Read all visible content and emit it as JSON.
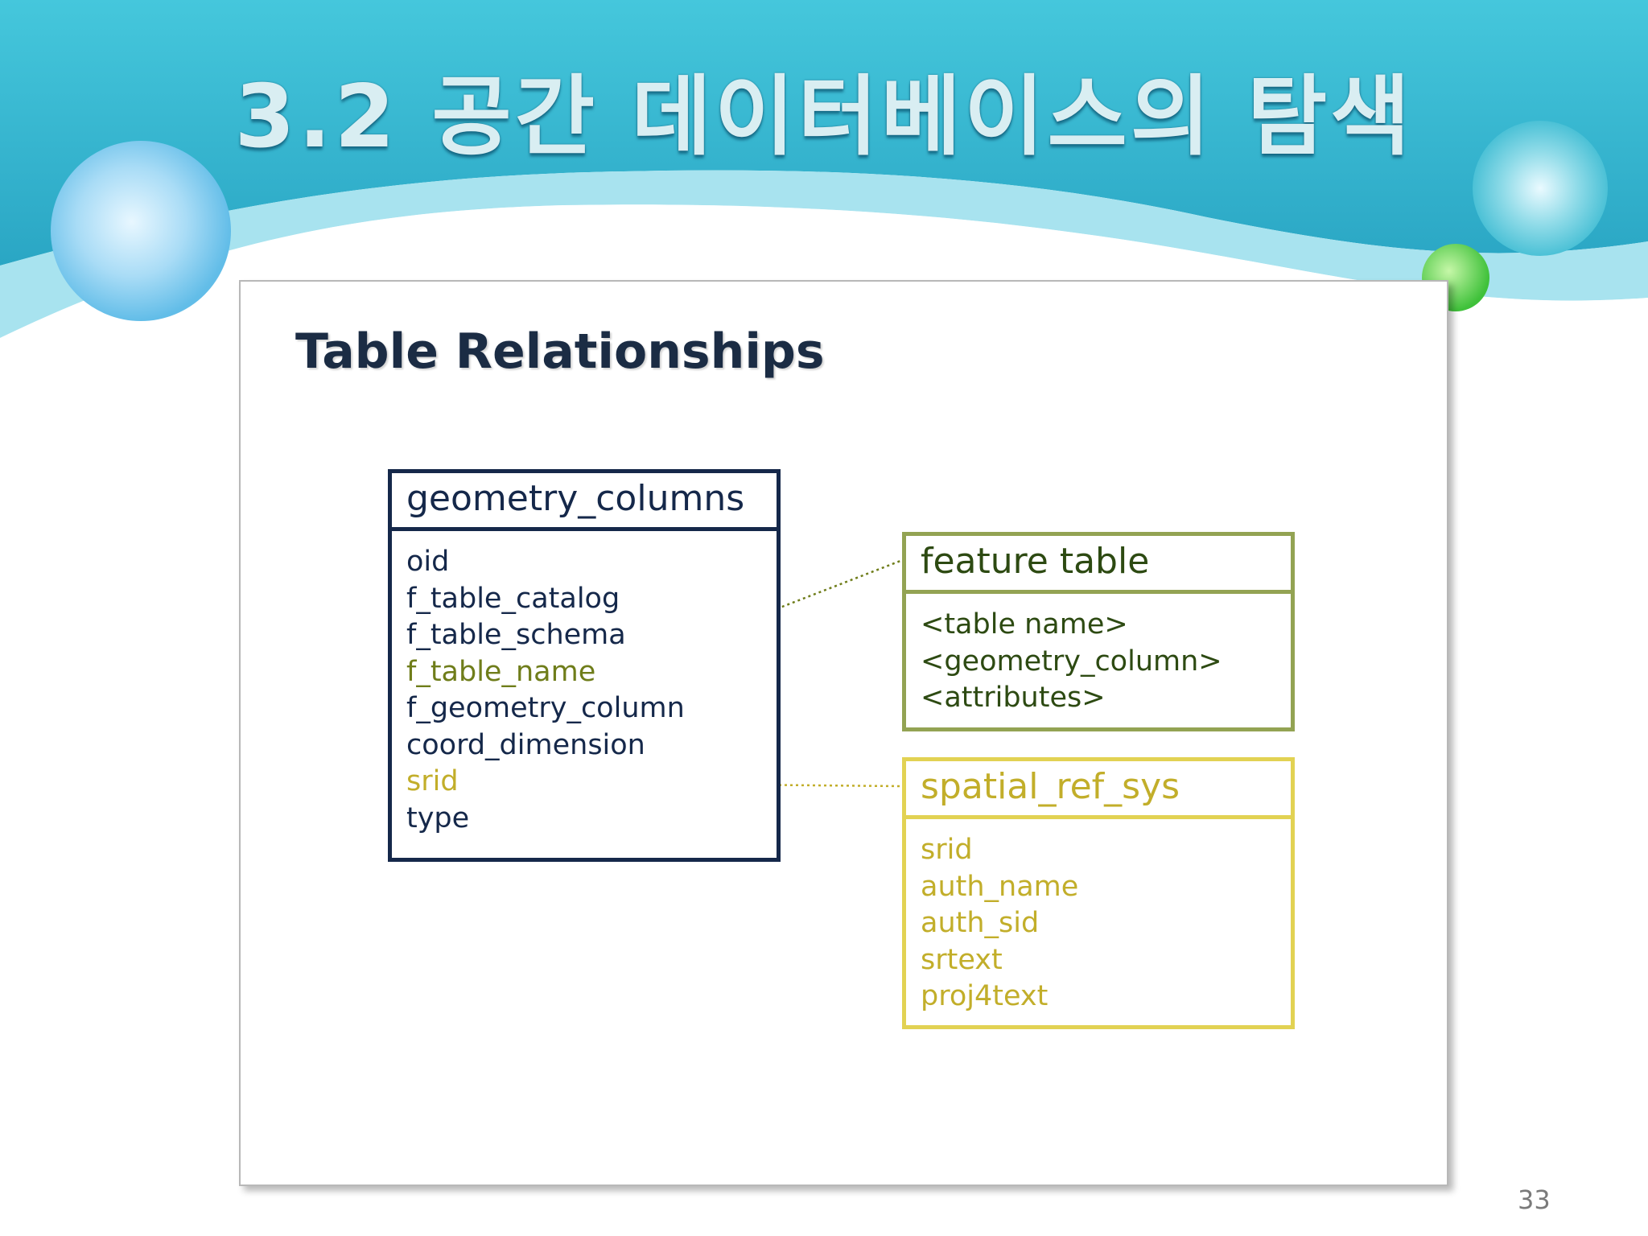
{
  "slide": {
    "title": "3.2 공간 데이터베이스의 탐색",
    "page_number": "33"
  },
  "card": {
    "title": "Table Relationships"
  },
  "tables": {
    "geometry_columns": {
      "name": "geometry_columns",
      "fields": [
        "oid",
        "f_table_catalog",
        "f_table_schema",
        "f_table_name",
        "f_geometry_column",
        "coord_dimension",
        "srid",
        "type"
      ]
    },
    "feature_table": {
      "name": "feature table",
      "fields": [
        "<table name>",
        "<geometry_column>",
        "<attributes>"
      ]
    },
    "spatial_ref_sys": {
      "name": "spatial_ref_sys",
      "fields": [
        "srid",
        "auth_name",
        "auth_sid",
        "srtext",
        "proj4text"
      ]
    }
  },
  "colors": {
    "banner_top": "#3cc3d8",
    "banner_bottom": "#2ea9c6",
    "geometry_border": "#15284a",
    "feature_border": "#93a353",
    "spatial_border": "#e2d253",
    "link_green": "#6f7d1a",
    "link_yellow": "#c2ae2a"
  }
}
